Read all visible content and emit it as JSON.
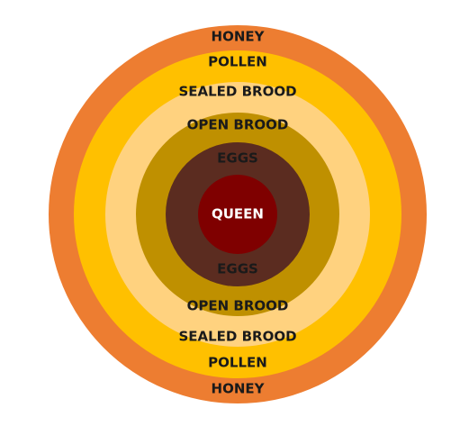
{
  "diagram": {
    "rings": [
      {
        "key": "honey",
        "color": "#ED7D31",
        "top_label": "HONEY",
        "bottom_label": "HONEY"
      },
      {
        "key": "pollen",
        "color": "#FFC000",
        "top_label": "POLLEN",
        "bottom_label": "POLLEN"
      },
      {
        "key": "sealed_brood",
        "color": "#FFD27F",
        "top_label": "SEALED BROOD",
        "bottom_label": "SEALED BROOD"
      },
      {
        "key": "open_brood",
        "color": "#BF9000",
        "top_label": "OPEN BROOD",
        "bottom_label": "OPEN BROOD"
      },
      {
        "key": "eggs",
        "color": "#5B2C20",
        "top_label": "EGGS",
        "bottom_label": "EGGS"
      }
    ],
    "queen": {
      "label": "QUEEN",
      "color": "#7F0000"
    }
  }
}
